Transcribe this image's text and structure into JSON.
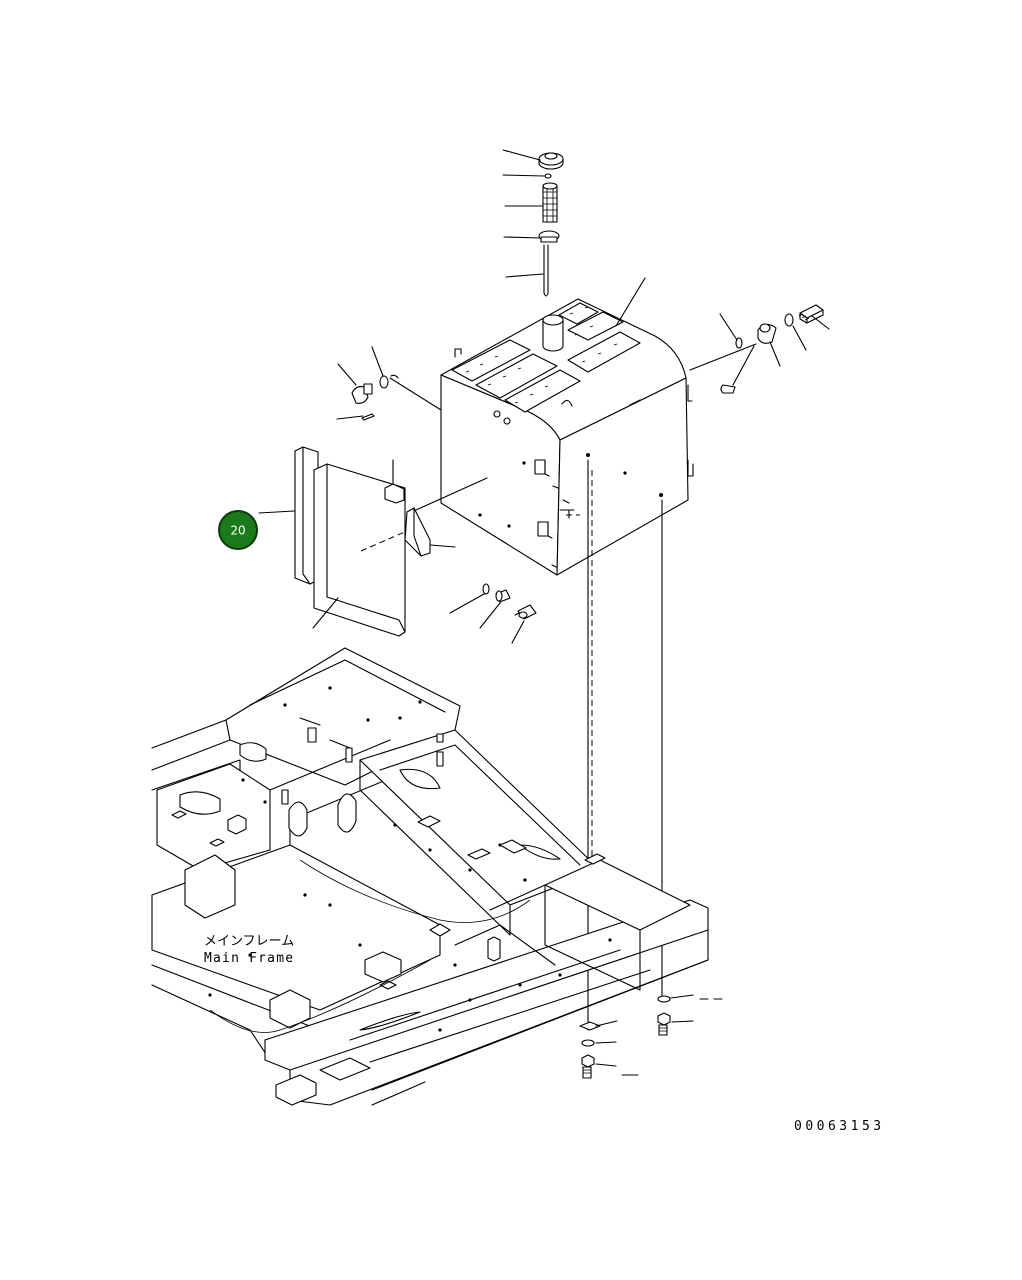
{
  "callout": {
    "number": "20",
    "color": "#1a7a1a",
    "border": "#0a3a0a"
  },
  "labels": {
    "main_frame_jp": "メインフレーム",
    "main_frame_en": "Main Frame",
    "drawing_number": "00063153"
  }
}
